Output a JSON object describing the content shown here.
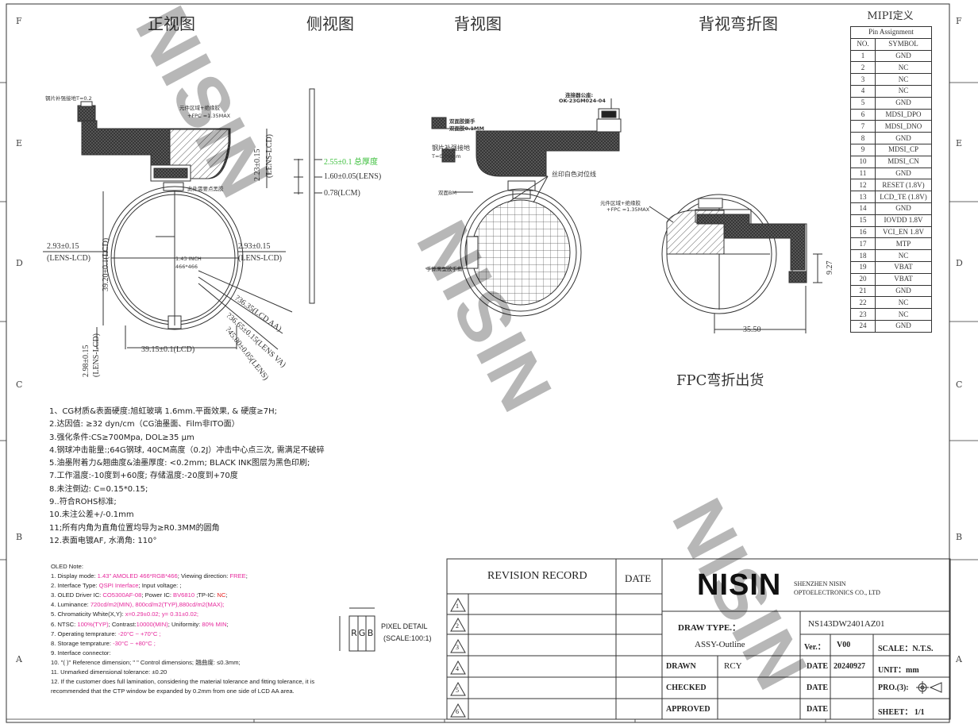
{
  "views": {
    "front": "正视图",
    "side": "侧视图",
    "back": "背视图",
    "back_fold": "背视弯折图"
  },
  "front_labels": {
    "steel_plate": "钢片补强接地T=0.2",
    "component_area": "元件区域+绝缘胶",
    "fpc": "+FPC =1.35MAX",
    "dim_h_lens_lcd_top": "2.23±0.15",
    "dim_h_lens_lcd_top_sub": "(LENS-LCD)",
    "dim_left": "2.93±0.15",
    "dim_left_sub": "(LENS-LCD)",
    "dim_right": "2.93±0.15",
    "dim_right_sub": "(LENS-LCD)",
    "dim_vertical_lcd": "39.20±0.1(LCD)",
    "center_size": "1.43 INCH",
    "center_res": "466*466",
    "dim_aa": "?36.35(LCD AA)",
    "dim_lens_va": "?36.65±0.15(LENS VA)",
    "dim_lens": "?45.00±0.05(LENS)",
    "dim_bottom_h": "2.98±0.15",
    "dim_bottom_h_sub": "(LENS-LCD)",
    "dim_lcd_width": "39.15±0.1(LCD)",
    "connector_note": "此处需要点黑胶"
  },
  "side_labels": {
    "total": "2.55±0.1 总厚度",
    "lens": "1.60±0.05(LENS)",
    "lcm": "0.78(LCM)"
  },
  "back_labels": {
    "connector_part": "连接器公座:",
    "connector_code": "OK-23GM024-04",
    "tape": "双面胶撕手",
    "tape_sub": "双面胶0.1MM",
    "steel": "钢片补强接地",
    "steel_sub": "T=0.15mm",
    "silk": "丝印白色对位线",
    "foam": "双面BM",
    "tab": "手撕离型胶手撕"
  },
  "fold_labels": {
    "component_area": "元件区域+绝缘胶",
    "fpc": "+FPC =1.35MAX",
    "dim_927": "9.27",
    "dim_3550": "35.50",
    "ship": "FPC弯折出货"
  },
  "mipi": {
    "title": "MIPI定义",
    "header": "Pin Assignment",
    "col_no": "NO.",
    "col_symbol": "SYMBOL",
    "pins": [
      [
        "1",
        "GND"
      ],
      [
        "2",
        "NC"
      ],
      [
        "3",
        "NC"
      ],
      [
        "4",
        "NC"
      ],
      [
        "5",
        "GND"
      ],
      [
        "6",
        "MDSI_DPO"
      ],
      [
        "7",
        "MDSI_DNO"
      ],
      [
        "8",
        "GND"
      ],
      [
        "9",
        "MDSI_CP"
      ],
      [
        "10",
        "MDSI_CN"
      ],
      [
        "11",
        "GND"
      ],
      [
        "12",
        "RESET (1.8V)"
      ],
      [
        "13",
        "LCD_TE (1.8V)"
      ],
      [
        "14",
        "GND"
      ],
      [
        "15",
        "IOVDD 1.8V"
      ],
      [
        "16",
        "VCI_EN 1.8V"
      ],
      [
        "17",
        "MTP"
      ],
      [
        "18",
        "NC"
      ],
      [
        "19",
        "VBAT"
      ],
      [
        "20",
        "VBAT"
      ],
      [
        "21",
        "GND"
      ],
      [
        "22",
        "NC"
      ],
      [
        "23",
        "NC"
      ],
      [
        "24",
        "GND"
      ]
    ]
  },
  "notes_cn": [
    "1、CG材质&表面硬度:旭虹玻璃 1.6mm.平面效果, & 硬度≥7H;",
    "2.达因值: ≥32 dyn/cm（CG油墨面、Film非ITO面）",
    "3.强化条件:CS≥700Mpa, DOL≥35 μm",
    "4.钢球冲击能量:;64G钢球, 40CM高度（0.2J）冲击中心点三次, 需满足不破碎",
    "5.油墨附着力&翘曲度&油墨厚度: <0.2mm;  BLACK INK图层为黑色印刷;",
    "7.工作温度:-10度到+60度; 存储温度:-20度到+70度",
    "8.未注倒边: C=0.15*0.15;",
    "9..符合ROHS标准;",
    "10.未注公差+/-0.1mm",
    "11;所有内角为直角位置均导为≥R0.3MM的圆角",
    "12.表面电镀AF, 水滴角: 110°"
  ],
  "oled": {
    "title": "OLED Note:",
    "l1a": "1. Display mode: ",
    "l1b": "1.43\" AMOLED 466*RGB*466",
    "l1c": "; Viewing direction: ",
    "l1d": "FREE",
    "l2a": "2. Interface Type: ",
    "l2b": "QSPI Interface",
    "l2c": ";  Input voltage:    ;",
    "l3a": "3. OLED Driver IC: ",
    "l3b": "CO5300AF-08",
    "l3c": "; Power IC: ",
    "l3d": "BV6810",
    "l3e": " ;TP-IC: ",
    "l3f": "NC",
    "l4a": "4. Luminance: ",
    "l4b": "720cd/m2(MIN), 800cd/m2(TYP),880cd/m2(MAX);",
    "l5a": "5. Chromaticity White(X,Y): ",
    "l5b": "x=0.29±0.02; y= 0.31±0.02;",
    "l6a": "6. NTSC: ",
    "l6b": "100%(TYP)",
    "l6c": "; Contrast:",
    "l6d": "10000(MIN)",
    "l6e": ";  Uniformity: ",
    "l6f": "80% MIN",
    "l7a": "7. Operating temprature: ",
    "l7b": "-20°C ~ +70°C ;",
    "l8a": "8. Storage temprature: ",
    "l8b": "-30°C ~ +80°C ;",
    "l9": "9. Interface connector:",
    "l10": "10. \"( )\" Reference dimension;  \" \" Control dimensions; 翘曲度: ≤0.3mm;",
    "l11": "11. Unmarked dimensional tolerance: ±0.20",
    "l12a": "12. If the customer does full lamination, considering the material tolerance and fitting tolerance, it is",
    "l12b": "recommended that the CTP window be expanded by 0.2mm from one side of LCD AA area."
  },
  "pixel": {
    "letters": [
      "R",
      "G",
      "B"
    ],
    "label": "PIXEL DETAIL",
    "scale": "(SCALE:100:1)"
  },
  "titleblock": {
    "revision": "REVISION RECORD",
    "date": "DATE",
    "rev_nums": [
      "1",
      "2",
      "3",
      "4",
      "5",
      "6"
    ],
    "logo": "NISIN",
    "company1": "SHENZHEN NISIN",
    "company2": "OPTOELECTRONICS CO., LTD",
    "draw_type": "DRAW TYPE.：",
    "part_no": "NS143DW2401AZ01",
    "assy": "ASSY-Outline",
    "ver_label": "Ver.：",
    "ver": "V00",
    "scale": "SCALE：N.T.S.",
    "drawn": "DRAWN",
    "drawn_by": "RCY",
    "date_label": "DATE",
    "date_val": "20240927",
    "unit": "UNIT：mm",
    "checked": "CHECKED",
    "pro": "PRO.(3):",
    "approved": "APPROVED",
    "sheet": "SHEET：  1/1"
  },
  "watermark": "NISIN",
  "zones_left": [
    "F",
    "E",
    "D",
    "C",
    "B",
    "A"
  ]
}
